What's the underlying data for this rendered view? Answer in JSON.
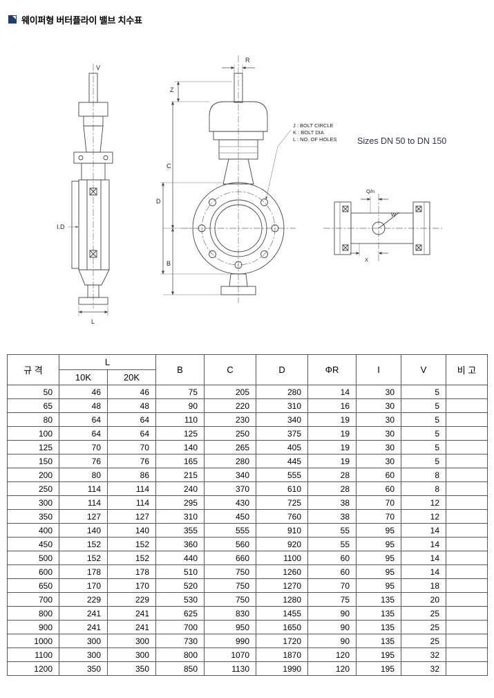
{
  "page": {
    "title": "웨이퍼형 버터플라이 밸브 치수표"
  },
  "drawing": {
    "side_labels": {
      "v": "V",
      "id": "I.D",
      "l": "L"
    },
    "front_labels": {
      "r": "R",
      "z": "Z",
      "c": "C",
      "d": "D",
      "b": "B"
    },
    "notes": {
      "j": "J : BOLT CIRCLE",
      "k": "K : BOLT DIA",
      "l": "L : NO. OF HOLES",
      "sizes": "Sizes DN 50  to  DN 150"
    },
    "section_labels": {
      "qn": "Q/n",
      "w": "W",
      "x": "X"
    }
  },
  "table": {
    "headers": {
      "spec": "규 격",
      "l": "L",
      "l_10k": "10K",
      "l_20k": "20K",
      "b": "B",
      "c": "C",
      "d": "D",
      "phi_r": "ΦR",
      "i": "I",
      "v": "V",
      "remark": "비 고"
    },
    "columns": [
      "spec",
      "l-10k",
      "l-20k",
      "b",
      "c",
      "d",
      "phi-r",
      "i",
      "v",
      "remark"
    ],
    "rows": [
      [
        50,
        46,
        46,
        75,
        205,
        280,
        14,
        30,
        5,
        ""
      ],
      [
        65,
        48,
        48,
        90,
        220,
        310,
        16,
        30,
        5,
        ""
      ],
      [
        80,
        64,
        64,
        110,
        230,
        340,
        19,
        30,
        5,
        ""
      ],
      [
        100,
        64,
        64,
        125,
        250,
        375,
        19,
        30,
        5,
        ""
      ],
      [
        125,
        70,
        70,
        140,
        265,
        405,
        19,
        30,
        5,
        ""
      ],
      [
        150,
        76,
        76,
        165,
        280,
        445,
        19,
        30,
        5,
        ""
      ],
      [
        200,
        80,
        86,
        215,
        340,
        555,
        28,
        60,
        8,
        ""
      ],
      [
        250,
        114,
        114,
        240,
        370,
        610,
        28,
        60,
        8,
        ""
      ],
      [
        300,
        114,
        114,
        295,
        430,
        725,
        38,
        70,
        12,
        ""
      ],
      [
        350,
        127,
        127,
        310,
        450,
        760,
        38,
        70,
        12,
        ""
      ],
      [
        400,
        140,
        140,
        355,
        555,
        910,
        55,
        95,
        14,
        ""
      ],
      [
        450,
        152,
        152,
        360,
        560,
        920,
        55,
        95,
        14,
        ""
      ],
      [
        500,
        152,
        152,
        440,
        660,
        1100,
        60,
        95,
        14,
        ""
      ],
      [
        600,
        178,
        178,
        510,
        750,
        1260,
        60,
        95,
        14,
        ""
      ],
      [
        650,
        170,
        170,
        520,
        750,
        1270,
        70,
        95,
        18,
        ""
      ],
      [
        700,
        229,
        229,
        530,
        750,
        1280,
        75,
        135,
        20,
        ""
      ],
      [
        800,
        241,
        241,
        625,
        830,
        1455,
        90,
        135,
        25,
        ""
      ],
      [
        900,
        241,
        241,
        700,
        950,
        1650,
        90,
        135,
        25,
        ""
      ],
      [
        1000,
        300,
        300,
        730,
        990,
        1720,
        90,
        135,
        25,
        ""
      ],
      [
        1100,
        300,
        300,
        800,
        1070,
        1870,
        120,
        195,
        32,
        ""
      ],
      [
        1200,
        350,
        350,
        850,
        1130,
        1990,
        120,
        195,
        32,
        ""
      ]
    ]
  }
}
